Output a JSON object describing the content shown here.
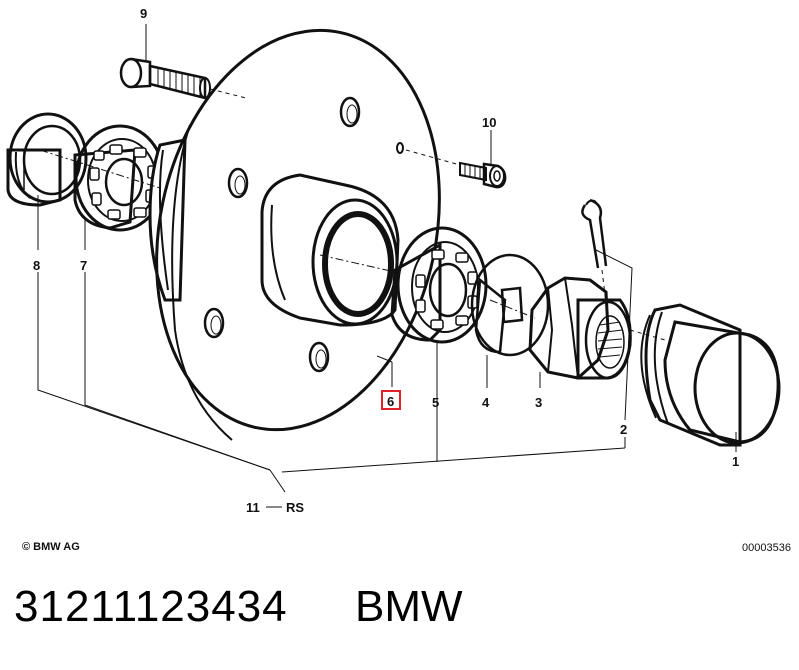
{
  "diagram": {
    "callouts": {
      "c1": "1",
      "c2": "2",
      "c3": "3",
      "c4": "4",
      "c5": "5",
      "c6": "6",
      "c7": "7",
      "c8": "8",
      "c9": "9",
      "c10": "10",
      "c11": "11",
      "c11_suffix": "RS"
    },
    "highlight_color": "#e0202a"
  },
  "footer": {
    "copyright": "© BMW AG",
    "drawing_number": "00003536"
  },
  "listing": {
    "part_number": "31211123434",
    "brand": "BMW"
  }
}
